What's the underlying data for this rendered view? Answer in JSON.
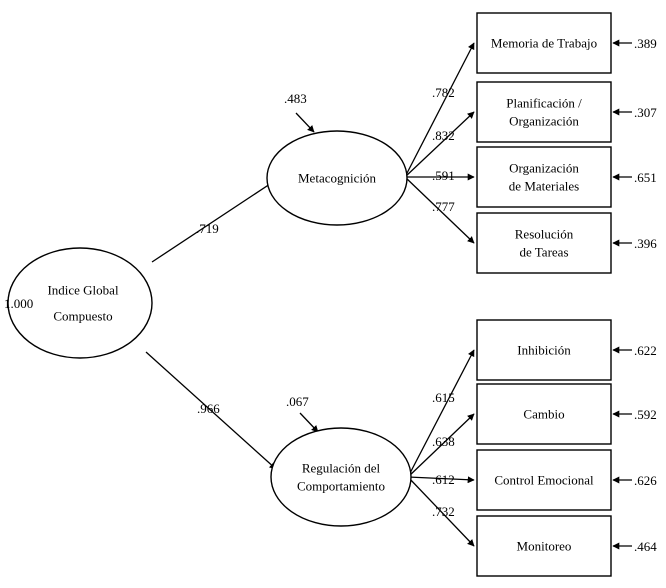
{
  "root": {
    "lines": [
      "Indice Global",
      "Compuesto"
    ],
    "variance": "1.000"
  },
  "factors": [
    {
      "id": "metacognicion",
      "lines": [
        "Metacognición"
      ],
      "loading": ".719",
      "residual": ".483",
      "indicators": [
        {
          "lines": [
            "Memoria de Trabajo"
          ],
          "loading": ".782",
          "error": ".389"
        },
        {
          "lines": [
            "Planificación /",
            "Organización"
          ],
          "loading": ".832",
          "error": ".307"
        },
        {
          "lines": [
            "Organización",
            "de Materiales"
          ],
          "loading": ".591",
          "error": ".651"
        },
        {
          "lines": [
            "Resolución",
            "de Tareas"
          ],
          "loading": ".777",
          "error": ".396"
        }
      ]
    },
    {
      "id": "regulacion-del-comportamiento",
      "lines": [
        "Regulación del",
        "Comportamiento"
      ],
      "loading": ".966",
      "residual": ".067",
      "indicators": [
        {
          "lines": [
            "Inhibición"
          ],
          "loading": ".615",
          "error": ".622"
        },
        {
          "lines": [
            "Cambio"
          ],
          "loading": ".638",
          "error": ".592"
        },
        {
          "lines": [
            "Control Emocional"
          ],
          "loading": ".612",
          "error": ".626"
        },
        {
          "lines": [
            "Monitoreo"
          ],
          "loading": ".732",
          "error": ".464"
        }
      ]
    }
  ]
}
